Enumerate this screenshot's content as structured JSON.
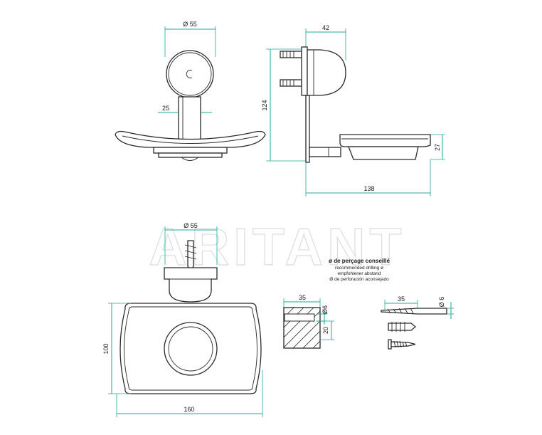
{
  "watermark": "ARITANT",
  "dimensions": {
    "front_diameter": "Ø 55",
    "front_stem_width": "25",
    "side_depth": "42",
    "side_height": "124",
    "side_tray_height": "27",
    "side_length": "138",
    "top_diameter": "Ø 55",
    "top_height": "100",
    "top_width": "160",
    "plug_length": "35",
    "plug_diameter": "Ø6",
    "plug_height": "20",
    "drill_length": "35",
    "drill_diameter": "Ø 6"
  },
  "drilling_note": {
    "title": "ø de perçage conseillé",
    "lines": [
      "recommended drilling ø",
      "empfohlener abstand",
      "Ø de perforación aconsejado"
    ]
  },
  "colors": {
    "dimension": "#1fa89a",
    "outline": "#2a2a2a",
    "watermark": "#d9d9d9"
  }
}
